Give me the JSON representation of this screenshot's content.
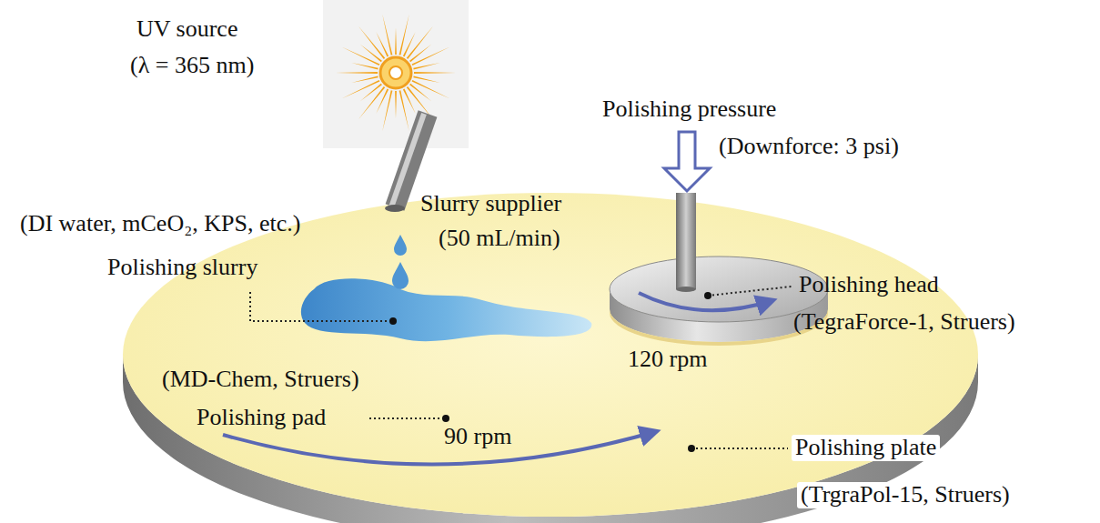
{
  "diagram": {
    "labels": [
      "UV source",
      "(λ = 365 nm)",
      "Polishing pressure",
      "(Downforce: 3 psi)",
      "Slurry supplier",
      "(DI water, mCeO₂, KPS, etc.)",
      "(50 mL/min)",
      "Polishing slurry",
      "Polishing head",
      "(TegraForce-1, Struers)",
      "120 rpm",
      "(MD-Chem, Struers)",
      "Polishing pad",
      "90 rpm",
      "Polishing plate",
      "(TrgraPol-15, Struers)"
    ]
  }
}
